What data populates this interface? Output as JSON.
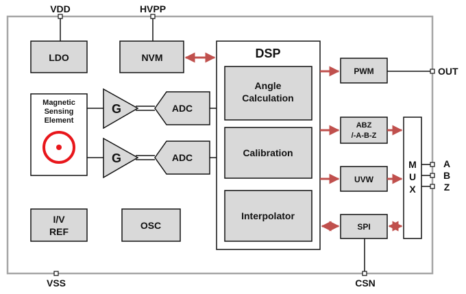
{
  "pins": {
    "vdd": "VDD",
    "hvpp": "HVPP",
    "vss": "VSS",
    "csn": "CSN",
    "out": "OUT",
    "a": "A",
    "b": "B",
    "z": "Z"
  },
  "blocks": {
    "ldo": "LDO",
    "nvm": "NVM",
    "dsp": "DSP",
    "angle_calculation": [
      "Angle",
      "Calculation"
    ],
    "calibration": "Calibration",
    "interpolator": "Interpolator",
    "sensing": [
      "Magnetic",
      "Sensing",
      "Element"
    ],
    "gain_top": "G",
    "gain_bottom": "G",
    "adc_top": "ADC",
    "adc_bottom": "ADC",
    "iv_ref": [
      "I/V",
      "REF"
    ],
    "osc": "OSC",
    "pwm": "PWM",
    "abz": [
      "ABZ",
      "/-A-B-Z"
    ],
    "uvw": "UVW",
    "spi": "SPI",
    "mux": [
      "M",
      "U",
      "X"
    ]
  },
  "colors": {
    "block_fill": "#d9d9d9",
    "outline": "#111111",
    "chip_border": "#a6a6a6",
    "arrow": "#c0504d",
    "sensor_ring": "#e8161b"
  }
}
